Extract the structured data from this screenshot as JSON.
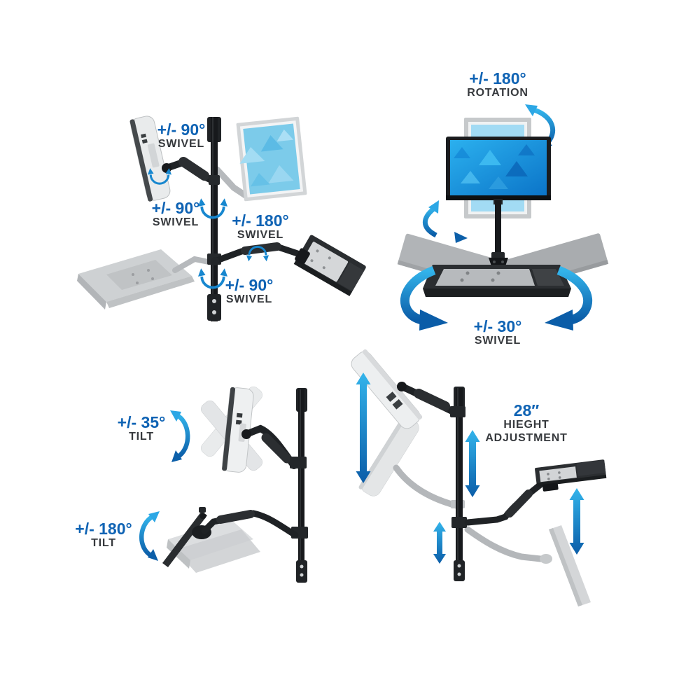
{
  "diagram": {
    "description": "Sit-stand wall mount workstation feature diagram with four panels",
    "background": "#ffffff",
    "accent_blue": "#0f63b4",
    "label_dark": "#36393d",
    "arrow_blue_light": "#33b4eb",
    "arrow_blue_dark": "#0b5da8",
    "screen_blue": "#1e9fe3",
    "ghost_gray": "#c6c9cb",
    "hardware_black": "#1f2225"
  },
  "panels": [
    {
      "id": "multi-swivel",
      "annotations": [
        {
          "value": "+/- 90°",
          "label": "SWIVEL"
        },
        {
          "value": "+/- 90°",
          "label": "SWIVEL"
        },
        {
          "value": "+/- 180°",
          "label": "SWIVEL"
        },
        {
          "value": "+/- 90°",
          "label": "SWIVEL"
        }
      ]
    },
    {
      "id": "rotation",
      "annotations": [
        {
          "value": "+/- 180°",
          "label": "ROTATION"
        },
        {
          "value": "+/- 30°",
          "label": "SWIVEL"
        }
      ]
    },
    {
      "id": "tilt",
      "annotations": [
        {
          "value": "+/- 35°",
          "label": "TILT"
        },
        {
          "value": "+/- 180°",
          "label": "TILT"
        }
      ]
    },
    {
      "id": "height-adjustment",
      "annotations": [
        {
          "value": "28″",
          "label": "HIEGHT",
          "label2": "ADJUSTMENT"
        }
      ]
    }
  ]
}
